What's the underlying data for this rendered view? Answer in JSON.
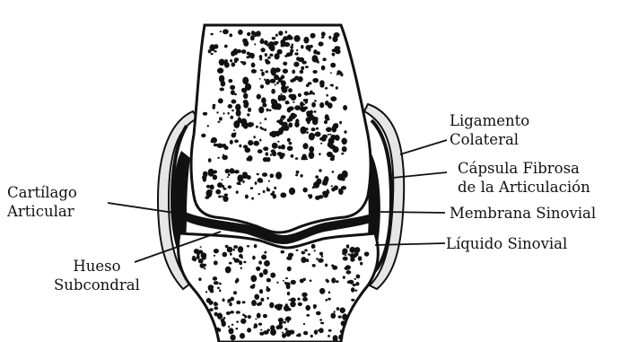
{
  "labels": {
    "ligamento_colateral": [
      "Ligamento",
      "Colateral"
    ],
    "capsula_fibrosa": [
      "Cápsula Fibrosa",
      "de la Articulación"
    ],
    "membrana_sinovial": "Membrana Sinovial",
    "liquido_sinovial": "Líquido Sinovial",
    "cartilago_articular": [
      "Cartílago",
      "Articular"
    ],
    "hueso_subcondral": [
      "Hueso",
      "Subcondral"
    ]
  },
  "colors": {
    "ink": "#111111",
    "bone_fill": "#ffffff",
    "capsule_fill": "#e9e9e9"
  }
}
